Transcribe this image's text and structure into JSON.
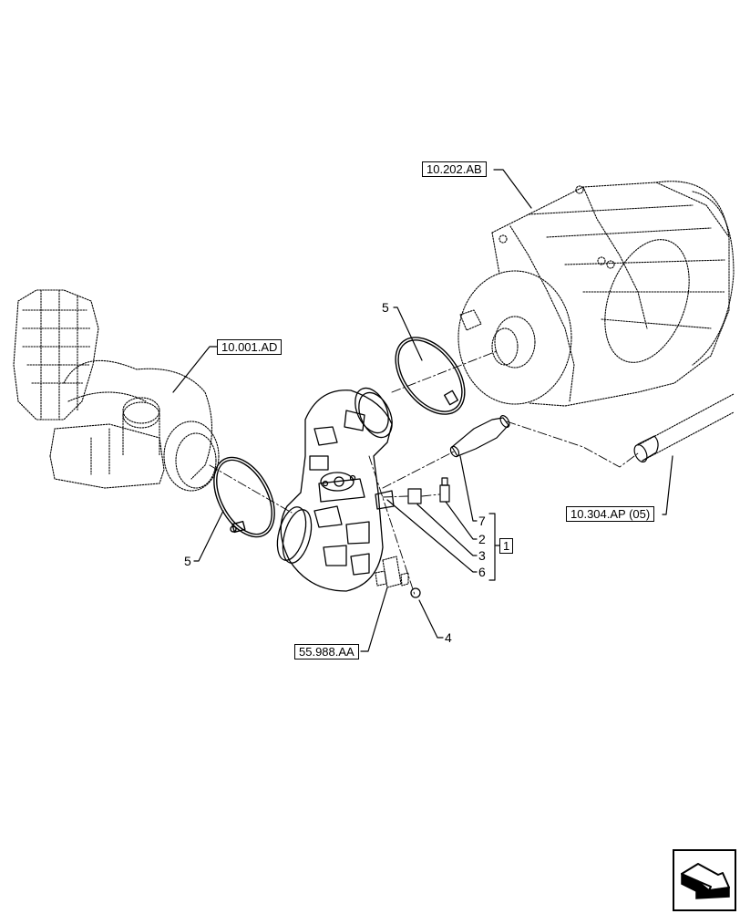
{
  "diagram": {
    "type": "exploded-parts-view",
    "reference_labels": [
      {
        "id": "ref-transmission",
        "text": "10.202.AB"
      },
      {
        "id": "ref-turbocharger",
        "text": "10.001.AD"
      },
      {
        "id": "ref-pipe",
        "text": "10.304.AP (05)"
      },
      {
        "id": "ref-sensor",
        "text": "55.988.AA"
      }
    ],
    "callouts": [
      {
        "id": "clamp-upper",
        "text": "5"
      },
      {
        "id": "clamp-lower",
        "text": "5"
      },
      {
        "id": "part-7",
        "text": "7"
      },
      {
        "id": "part-2",
        "text": "2"
      },
      {
        "id": "part-3",
        "text": "3"
      },
      {
        "id": "part-6",
        "text": "6"
      },
      {
        "id": "part-4",
        "text": "4"
      }
    ],
    "kit_label": "1",
    "nav_icon": "next-page-arrow-icon",
    "colors": {
      "line": "#000000",
      "background": "#ffffff"
    }
  }
}
